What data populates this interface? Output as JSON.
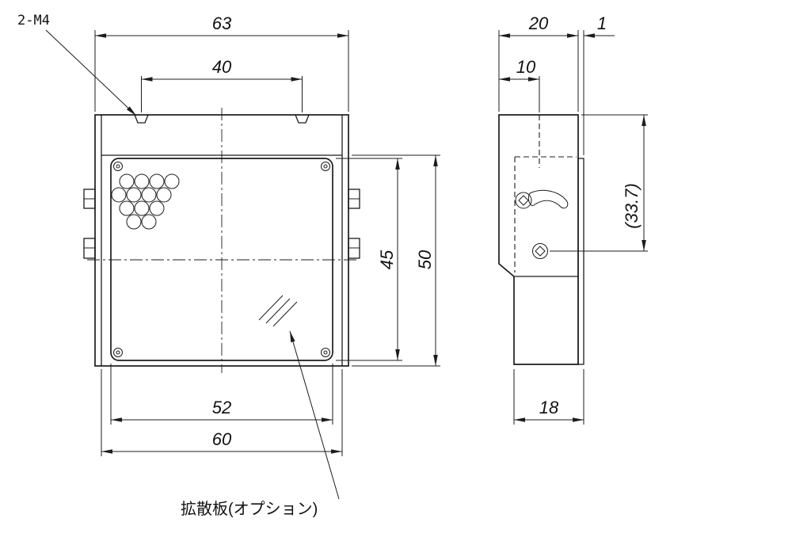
{
  "drawing": {
    "front": {
      "label_2m4": "2-M4",
      "dim_63": "63",
      "dim_40": "40",
      "dim_45": "45",
      "dim_50": "50",
      "dim_52": "52",
      "dim_60": "60",
      "note": "拡散板(オプション)"
    },
    "side": {
      "dim_20": "20",
      "dim_1": "1",
      "dim_10": "10",
      "dim_33_7": "(33.7)",
      "dim_18": "18"
    },
    "colors": {
      "line": "#1c1c1c",
      "background": "#ffffff"
    }
  }
}
